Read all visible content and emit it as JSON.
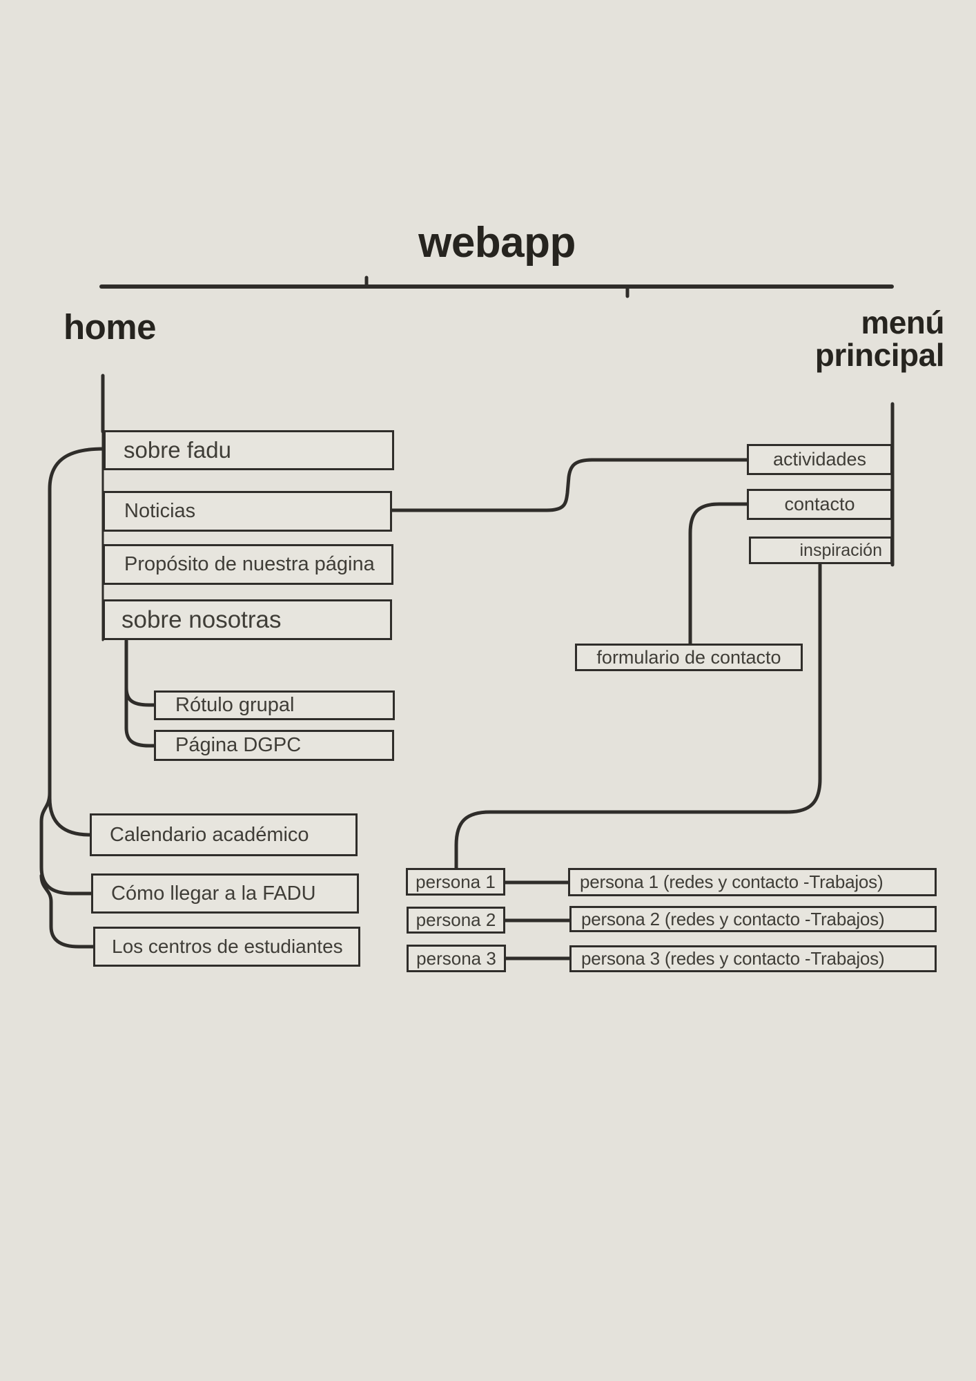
{
  "title": "webapp",
  "columns": {
    "home": {
      "label": "home"
    },
    "menu": {
      "label_line1": "menú",
      "label_line2": "principal"
    }
  },
  "home_nodes": {
    "sobre_fadu": "sobre fadu",
    "noticias": "Noticias",
    "proposito": "Propósito de nuestra página",
    "sobre_nosotras": "sobre nosotras",
    "rotulo": "Rótulo grupal",
    "dgpc": "Página DGPC",
    "calendario": "Calendario académico",
    "como_llegar": "Cómo llegar a la FADU",
    "centros": "Los centros de estudiantes"
  },
  "menu_nodes": {
    "actividades": "actividades",
    "contacto": "contacto",
    "inspiracion": "inspiración",
    "formulario": "formulario de contacto",
    "persona1": "persona 1",
    "persona1_detail": "persona 1 (redes y contacto -Trabajos)",
    "persona2": "persona 2",
    "persona2_detail": "persona 2 (redes y contacto -Trabajos)",
    "persona3": "persona 3",
    "persona3_detail": "persona 3 (redes y contacto -Trabajos)"
  },
  "colors": {
    "background": "#e4e2db",
    "node_fill": "#e7e5de",
    "stroke": "#2f2d2a",
    "title_text": "#26241f",
    "label_text": "#3f3d37"
  }
}
